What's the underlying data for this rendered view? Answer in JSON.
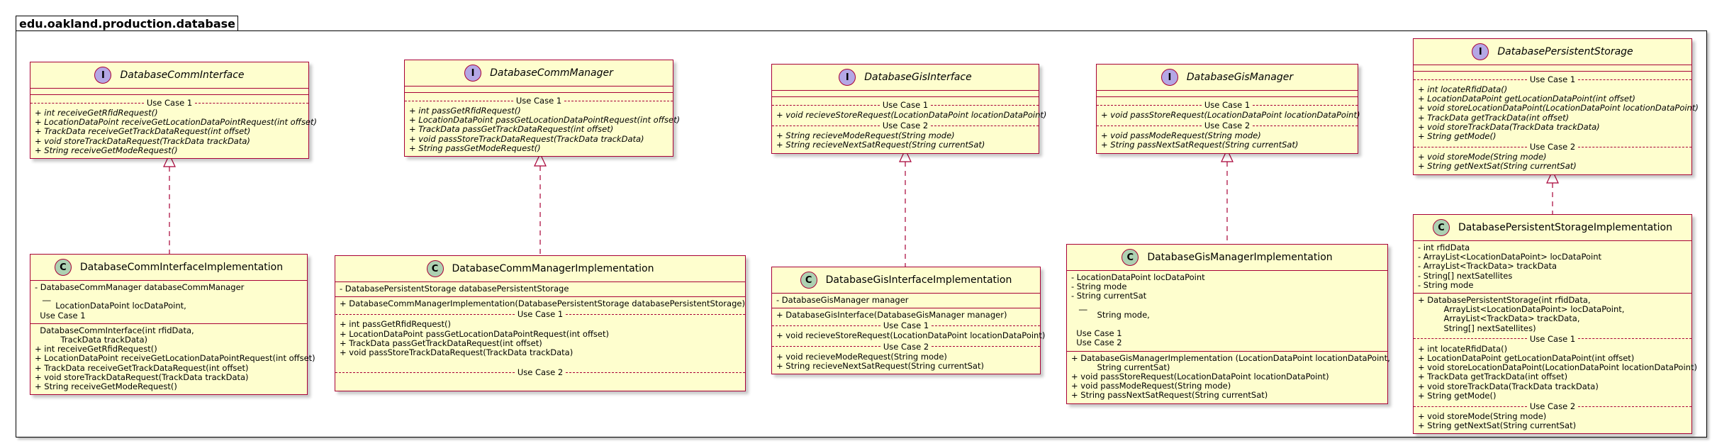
{
  "package": {
    "name": "edu.oakland.production.database"
  },
  "interfaces": [
    {
      "name": "DatabaseCommInterface",
      "marker": "I",
      "sections": [
        {
          "header": "Use Case 1",
          "items": [
            "+ int receiveGetRfidRequest()",
            "+ LocationDataPoint receiveGetLocationDataPointRequest(int offset)",
            "+ TrackData receiveGetTrackDataRequest(int offset)",
            "+ void storeTrackDataRequest(TrackData trackData)",
            "+ String receiveGetModeRequest()"
          ]
        }
      ]
    },
    {
      "name": "DatabaseCommManager",
      "marker": "I",
      "sections": [
        {
          "header": "Use Case 1",
          "items": [
            "+ int passGetRfidRequest()",
            "+ LocationDataPoint passGetLocationDataPointRequest(int offset)",
            "+ TrackData passGetTrackDataRequest(int offset)",
            "+ void passStoreTrackDataRequest(TrackData trackData)",
            "+ String passGetModeRequest()"
          ]
        }
      ]
    },
    {
      "name": "DatabaseGisInterface",
      "marker": "I",
      "sections": [
        {
          "header": "Use Case 1",
          "items": [
            "+ void recieveStoreRequest(LocationDataPoint locationDataPoint)"
          ]
        },
        {
          "header": "Use Case 2",
          "items": [
            "+ String recieveModeRequest(String mode)",
            "+ String recieveNextSatRequest(String currentSat)"
          ]
        }
      ]
    },
    {
      "name": "DatabaseGisManager",
      "marker": "I",
      "sections": [
        {
          "header": "Use Case 1",
          "items": [
            "+ void passStoreRequest(LocationDataPoint locationDataPoint)"
          ]
        },
        {
          "header": "Use Case 2",
          "items": [
            "+ void passModeRequest(String mode)",
            "+ String passNextSatRequest(String currentSat)"
          ]
        }
      ]
    },
    {
      "name": "DatabasePersistentStorage",
      "marker": "I",
      "sections": [
        {
          "header": "Use Case 1",
          "items": [
            "+ int locateRfidData()",
            "+ LocationDataPoint getLocationDataPoint(int offset)",
            "+ void storeLocationDataPoint(LocationDataPoint locationDataPoint)",
            "+ TrackData getTrackData(int offset)",
            "+ void storeTrackData(TrackData trackData)",
            "+ String getMode()"
          ]
        },
        {
          "header": "Use Case 2",
          "items": [
            "+ void storeMode(String mode)",
            "+ String getNextSat(String currentSat)"
          ]
        }
      ]
    }
  ],
  "classes": [
    {
      "name": "DatabaseCommInterfaceImplementation",
      "marker": "C",
      "fields": [
        "- DatabaseCommManager databaseCommManager",
        "   __",
        "        LocationDataPoint locDataPoint,",
        "  Use Case 1"
      ],
      "methods": [
        {
          "header": "",
          "items": [
            "  DatabaseCommInterface(int rfidData,",
            "          TrackData trackData)",
            "+ int receiveGetRfidRequest()",
            "+ LocationDataPoint receiveGetLocationDataPointRequest(int offset)",
            "+ TrackData receiveGetTrackDataRequest(int offset)",
            "+ void storeTrackDataRequest(TrackData trackData)",
            "+ String receiveGetModeRequest()"
          ]
        }
      ]
    },
    {
      "name": "DatabaseCommManagerImplementation",
      "marker": "C",
      "fields": [
        "- DatabasePersistentStorage databasePersistentStorage"
      ],
      "methods": [
        {
          "header": "",
          "items": [
            "+ DatabaseCommManagerImplementation(DatabasePersistentStorage databasePersistentStorage)"
          ]
        },
        {
          "header": "Use Case 1",
          "items": [
            "+ int passGetRfidRequest()",
            "+ LocationDataPoint passGetLocationDataPointRequest(int offset)",
            "+ TrackData passGetTrackDataRequest(int offset)",
            "+ void passStoreTrackDataRequest(TrackData trackData)",
            " "
          ]
        },
        {
          "header": "Use Case 2",
          "items": [
            " "
          ]
        }
      ]
    },
    {
      "name": "DatabaseGisInterfaceImplementation",
      "marker": "C",
      "fields": [
        "- DatabaseGisManager manager"
      ],
      "methods": [
        {
          "header": "",
          "items": [
            "+ DatabaseGisInterface(DatabaseGisManager manager)"
          ]
        },
        {
          "header": "Use Case 1",
          "items": [
            "+ void recieveStoreRequest(LocationDataPoint locationDataPoint)"
          ]
        },
        {
          "header": "Use Case 2",
          "items": [
            "+ void recieveModeRequest(String mode)",
            "+ String recieveNextSatRequest(String currentSat)"
          ]
        }
      ]
    },
    {
      "name": "DatabaseGisManagerImplementation",
      "marker": "C",
      "fields": [
        "- LocationDataPoint locDataPoint",
        "- String mode",
        "- String currentSat",
        "   __",
        "          String mode,",
        " ",
        "  Use Case 1",
        "  Use Case 2"
      ],
      "methods": [
        {
          "header": "",
          "items": [
            "+ DatabaseGisManagerImplementation (LocationDataPoint locationDataPoint,",
            "          String currentSat)",
            "+ void passStoreRequest(LocationDataPoint locationDataPoint)",
            "+ void passModeRequest(String mode)",
            "+ String passNextSatRequest(String currentSat)"
          ]
        }
      ]
    },
    {
      "name": "DatabasePersistentStorageImplementation",
      "marker": "C",
      "fields": [
        "- int rfidData",
        "- ArrayList<LocationDataPoint> locDataPoint",
        "- ArrayList<TrackData> trackData",
        "- String[] nextSatellites",
        "- String mode"
      ],
      "methods": [
        {
          "header": "",
          "items": [
            "+ DatabasePersistentStorage(int rfidData,",
            "          ArrayList<LocationDataPoint> locDataPoint,",
            "          ArrayList<TrackData> trackData,",
            "          String[] nextSatellites)"
          ]
        },
        {
          "header": "Use Case 1",
          "items": [
            "+ int locateRfidData()",
            "+ LocationDataPoint getLocationDataPoint(int offset)",
            "+ void storeLocationDataPoint(LocationDataPoint locationDataPoint)",
            "+ TrackData getTrackData(int offset)",
            "+ void storeTrackData(TrackData trackData)",
            "+ String getMode()"
          ]
        },
        {
          "header": "Use Case 2",
          "items": [
            "+ void storeMode(String mode)",
            "+ String getNextSat(String currentSat)"
          ]
        }
      ]
    }
  ],
  "colors": {
    "fill": "#FEFECE",
    "border": "#A80036",
    "interface_marker": "#B4A7E5",
    "class_marker": "#ADD1B2"
  }
}
